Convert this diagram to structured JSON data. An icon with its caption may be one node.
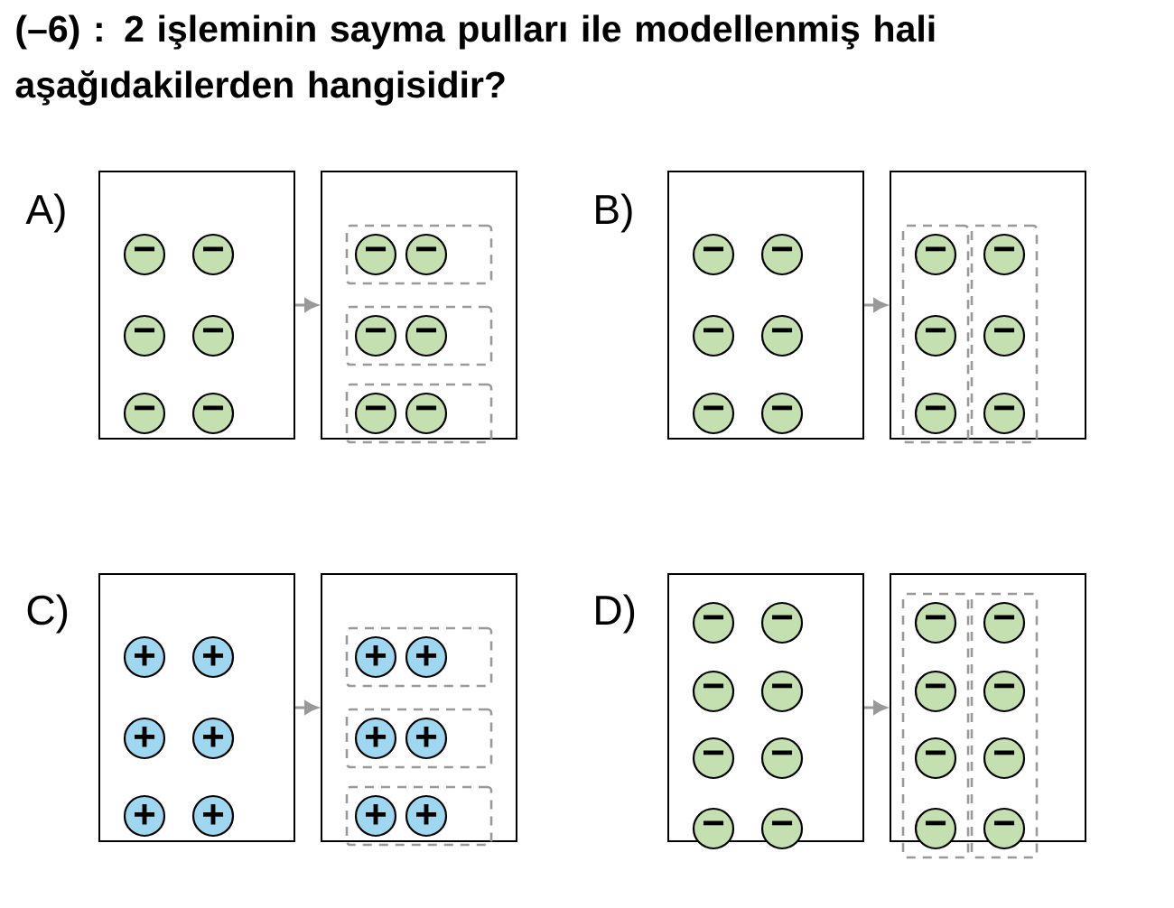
{
  "diagram": {
    "title": "(–6) : 2 işleminin sayma pulları ile modellenmiş hali aşağıdakilerden hangisidir?",
    "nodes": [
      {
        "text": [],
        "shape": "box"
      },
      {
        "text": [
          "−"
        ],
        "in": 0
      },
      {
        "text": [
          "−"
        ],
        "in": 0
      },
      {
        "text": [
          "−"
        ],
        "in": 0
      },
      {
        "text": [
          "−"
        ],
        "in": 0
      },
      {
        "text": [
          "−"
        ],
        "in": 0
      },
      {
        "text": [
          "−"
        ],
        "in": 0
      },
      {
        "text": [],
        "shape": "box"
      },
      {
        "text": [],
        "shape": "box",
        "in": 7
      },
      {
        "text": [],
        "shape": "box",
        "in": 7
      },
      {
        "text": [],
        "shape": "box",
        "in": 7
      },
      {
        "text": [
          "−"
        ],
        "in": 8
      },
      {
        "text": [
          "−"
        ],
        "in": 8
      },
      {
        "text": [
          "−"
        ],
        "in": 9
      },
      {
        "text": [
          "−"
        ],
        "in": 9
      },
      {
        "text": [
          "−"
        ],
        "in": 10
      },
      {
        "text": [
          "−"
        ],
        "in": 10
      },
      {
        "text": [],
        "shape": "box"
      },
      {
        "text": [
          "−"
        ],
        "in": 17
      },
      {
        "text": [
          "−"
        ],
        "in": 17
      },
      {
        "text": [
          "−"
        ],
        "in": 17
      },
      {
        "text": [
          "−"
        ],
        "in": 17
      },
      {
        "text": [
          "−"
        ],
        "in": 17
      },
      {
        "text": [
          "−"
        ],
        "in": 17
      },
      {
        "text": [],
        "shape": "box"
      },
      {
        "text": [],
        "shape": "box",
        "in": 24
      },
      {
        "text": [],
        "shape": "box",
        "in": 24
      },
      {
        "text": [
          "−"
        ],
        "in": 25
      },
      {
        "text": [
          "−"
        ],
        "in": 25
      },
      {
        "text": [
          "−"
        ],
        "in": 25
      },
      {
        "text": [
          "−"
        ],
        "in": 26
      },
      {
        "text": [
          "−"
        ],
        "in": 26
      },
      {
        "text": [
          "−"
        ],
        "in": 26
      },
      {
        "text": [],
        "shape": "box"
      },
      {
        "text": [
          "+"
        ],
        "in": 33
      },
      {
        "text": [
          "+"
        ],
        "in": 33
      },
      {
        "text": [
          "+"
        ],
        "in": 33
      },
      {
        "text": [
          "+"
        ],
        "in": 33
      },
      {
        "text": [
          "+"
        ],
        "in": 33
      },
      {
        "text": [
          "+"
        ],
        "in": 33
      },
      {
        "text": [],
        "shape": "box"
      },
      {
        "text": [],
        "shape": "box",
        "in": 40
      },
      {
        "text": [],
        "shape": "box",
        "in": 40
      },
      {
        "text": [],
        "shape": "box",
        "in": 40
      },
      {
        "text": [
          "+"
        ],
        "in": 41
      },
      {
        "text": [
          "+"
        ],
        "in": 41
      },
      {
        "text": [
          "+"
        ],
        "in": 42
      },
      {
        "text": [
          "+"
        ],
        "in": 42
      },
      {
        "text": [
          "+"
        ],
        "in": 43
      },
      {
        "text": [
          "+"
        ],
        "in": 43
      },
      {
        "text": [],
        "shape": "box"
      },
      {
        "text": [
          "−"
        ],
        "in": 50
      },
      {
        "text": [
          "−"
        ],
        "in": 50
      },
      {
        "text": [
          "−"
        ],
        "in": 50
      },
      {
        "text": [
          "−"
        ],
        "in": 50
      },
      {
        "text": [
          "−"
        ],
        "in": 50
      },
      {
        "text": [
          "−"
        ],
        "in": 50
      },
      {
        "text": [
          "−"
        ],
        "in": 50
      },
      {
        "text": [
          "−"
        ],
        "in": 50
      },
      {
        "text": [],
        "shape": "box"
      },
      {
        "text": [],
        "shape": "box",
        "in": 59
      },
      {
        "text": [],
        "shape": "box",
        "in": 59
      },
      {
        "text": [
          "−"
        ],
        "in": 60
      },
      {
        "text": [
          "−"
        ],
        "in": 60
      },
      {
        "text": [
          "−"
        ],
        "in": 60
      },
      {
        "text": [
          "−"
        ],
        "in": 60
      },
      {
        "text": [
          "−"
        ],
        "in": 61
      },
      {
        "text": [
          "−"
        ],
        "in": 61
      },
      {
        "text": [
          "−"
        ],
        "in": 61
      },
      {
        "text": [
          "−"
        ],
        "in": 61
      }
    ],
    "edges": [
      {
        "from": 0,
        "to": 7,
        "arrow": "to"
      },
      {
        "from": 17,
        "to": 24,
        "arrow": "to"
      },
      {
        "from": 33,
        "to": 40,
        "arrow": "to"
      },
      {
        "from": 50,
        "to": 59,
        "arrow": "to"
      }
    ],
    "labels": [
      "A)",
      "B)",
      "C)",
      "D)"
    ]
  }
}
